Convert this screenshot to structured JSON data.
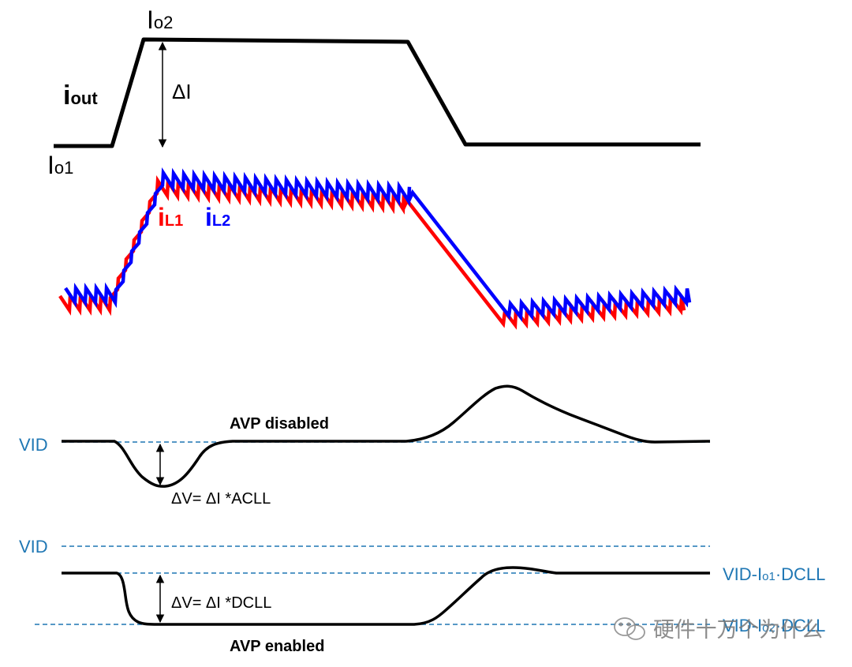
{
  "colors": {
    "black": "#000000",
    "phase1": "#ff0000",
    "phase2": "#0000ff",
    "ref": "#1f77b4",
    "watermark": "#999999"
  },
  "top": {
    "io2": {
      "main": "I",
      "sub": "o2"
    },
    "iout": {
      "main": "i",
      "sub": "out"
    },
    "io1": {
      "main": "I",
      "sub": "o1"
    },
    "delta_i": "ΔI"
  },
  "inductor": {
    "il1": {
      "main": "i",
      "sub": "L1"
    },
    "il2": {
      "main": "i",
      "sub": "L2"
    }
  },
  "avp_disabled": {
    "vid_label": "VID",
    "title": "AVP disabled",
    "dv_label": "ΔV= ΔI *ACLL"
  },
  "avp_enabled": {
    "vid_label": "VID",
    "vid_io1_label": {
      "prefix": "VID-I",
      "sub": "o1",
      "suffix": "·DCLL"
    },
    "vid_io2_label": {
      "prefix": "VID-I",
      "sub": "o2",
      "suffix": "·DCLL"
    },
    "title": "AVP enabled",
    "dv_label": "ΔV= ΔI *DCLL"
  },
  "watermark": {
    "text": "硬件十万个为什么",
    "icon": "wechat-icon"
  }
}
